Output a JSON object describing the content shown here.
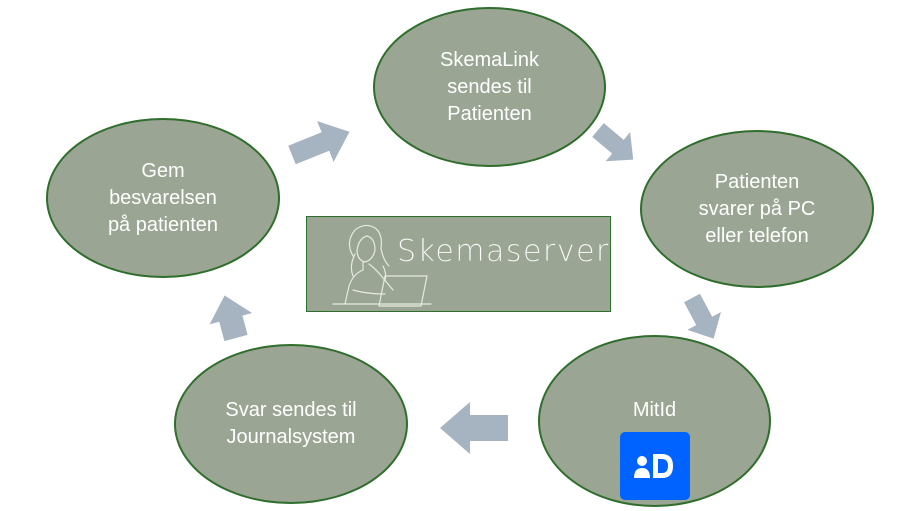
{
  "nodes": [
    {
      "id": "n1",
      "label": "SkemaLink\nsendes til\nPatienten"
    },
    {
      "id": "n2",
      "label": "Patienten\nsvarer på PC\neller telefon"
    },
    {
      "id": "n3",
      "label": "MitId"
    },
    {
      "id": "n4",
      "label": "Svar sendes til\nJournalsystem"
    },
    {
      "id": "n5",
      "label": "Gem\nbesvarelsen\npå patienten"
    }
  ],
  "center": {
    "label": "Skemaserver"
  },
  "icons": {
    "center": "woman-at-laptop-icon",
    "mitid": "mitid-logo-icon",
    "arrows": "block-arrow-icon"
  },
  "colors": {
    "node_fill": "#9ba593",
    "node_border": "#2f6e2c",
    "arrow": "#a6b3c0",
    "mitid": "#0062ff",
    "text": "#ffffff"
  }
}
